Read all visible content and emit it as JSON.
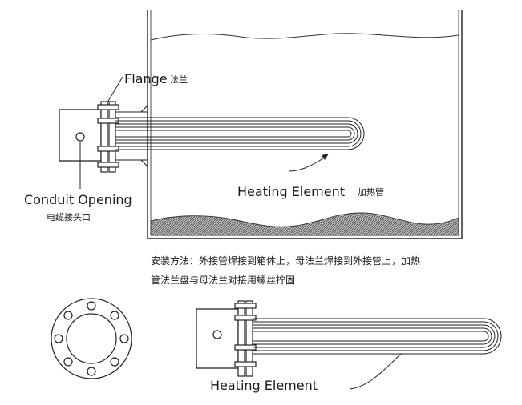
{
  "labels": {
    "flange_en": "Flange",
    "flange_cn": "法兰",
    "conduit_en": "Conduit  Opening",
    "conduit_cn": "电缆接头口",
    "heating_en": "Heating  Element",
    "heating_cn": "加热管",
    "heating_bottom_en": "Heating  Element"
  },
  "install_note": {
    "line1": "安装方法：外接管焊接到箱体上，母法兰焊接到外接管上，加热",
    "line2": "管法兰盘与母法兰对接用螺丝拧固"
  }
}
